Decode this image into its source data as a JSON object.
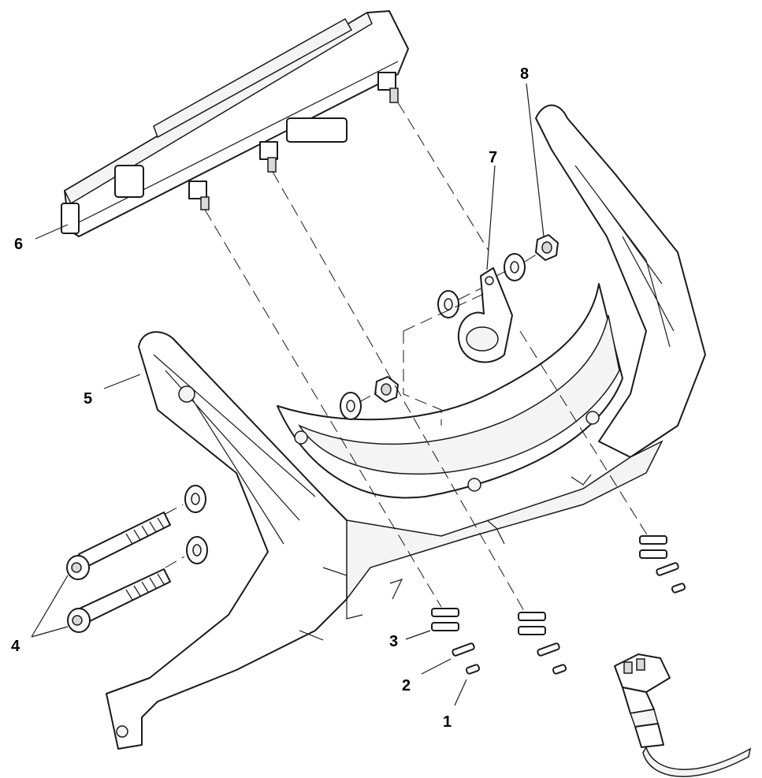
{
  "diagram": {
    "callouts": [
      {
        "id": "1",
        "text": "1"
      },
      {
        "id": "2",
        "text": "2"
      },
      {
        "id": "3",
        "text": "3"
      },
      {
        "id": "4",
        "text": "4"
      },
      {
        "id": "5",
        "text": "5"
      },
      {
        "id": "6",
        "text": "6"
      },
      {
        "id": "7",
        "text": "7"
      },
      {
        "id": "8",
        "text": "8"
      }
    ],
    "style": {
      "line_color": "#1a1a1a",
      "fill_color": "#ffffff",
      "shade_color": "#d9d9d9"
    }
  }
}
